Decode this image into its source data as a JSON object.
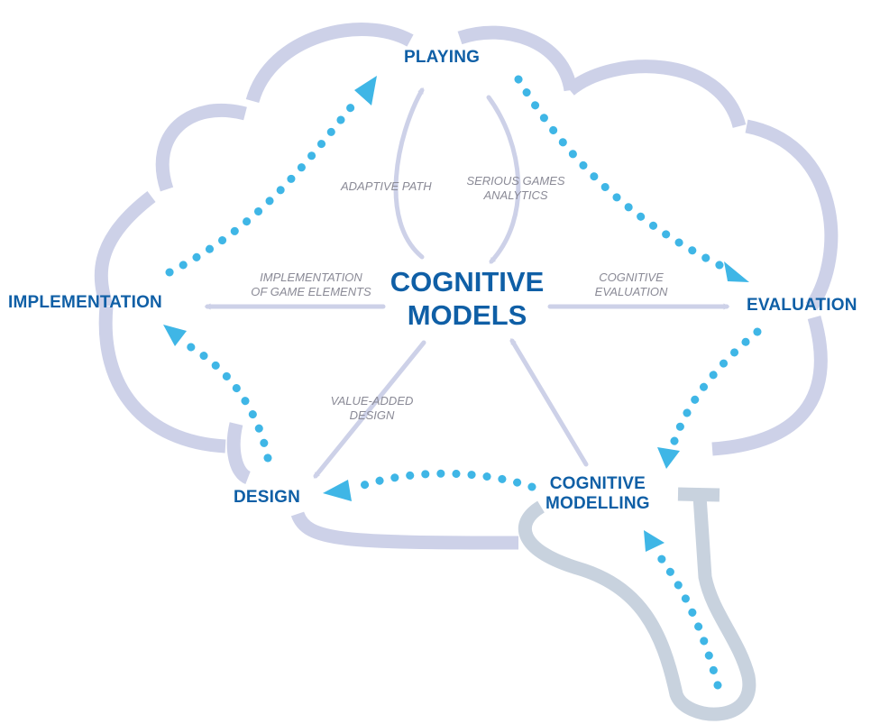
{
  "center": {
    "line1": "COGNITIVE",
    "line2": "MODELS"
  },
  "nodes": {
    "playing": "PLAYING",
    "implementation": "IMPLEMENTATION",
    "evaluation": "EVALUATION",
    "design": "DESIGN",
    "cognitive_modelling": {
      "line1": "COGNITIVE",
      "line2": "MODELLING"
    }
  },
  "edge_labels": {
    "adaptive_path": "ADAPTIVE PATH",
    "serious_games_analytics": {
      "line1": "SERIOUS GAMES",
      "line2": "ANALYTICS"
    },
    "implementation_of_game_elements": {
      "line1": "IMPLEMENTATION",
      "line2": "OF GAME ELEMENTS"
    },
    "cognitive_evaluation": {
      "line1": "COGNITIVE",
      "line2": "EVALUATION"
    },
    "value_added_design": {
      "line1": "VALUE-ADDED",
      "line2": "DESIGN"
    }
  },
  "colors": {
    "node_text": "#0f5fa6",
    "edge_label_text": "#8a8a96",
    "brain_outline": "#cdd1e8",
    "stem_outline": "#c8d2de",
    "solid_arrow": "#cdd1e8",
    "dotted_arrow": "#3fb6e6"
  }
}
